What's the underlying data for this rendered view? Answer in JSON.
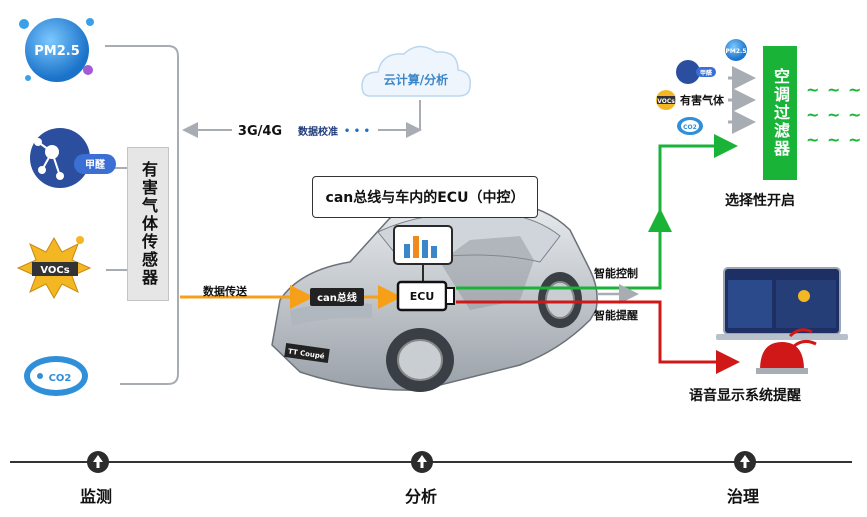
{
  "sensors": {
    "pm25": "PM2.5",
    "formaldehyde": "甲醛",
    "vocs": "VOCs",
    "co2": "CO2"
  },
  "sensor_box_label": "有害气体传感器",
  "network": {
    "label": "3G/4G",
    "verify": "数据校准",
    "dots": "• • •"
  },
  "cloud_label": "云计算/分析",
  "ecu_callout": "can总线与车内的ECU（中控）",
  "data_transfer": "数据传送",
  "can_bus": "can总线",
  "ecu": "ECU",
  "smart_control": "智能控制",
  "smart_alert": "智能提醒",
  "filter_label": "空调过滤器",
  "filter_inputs": {
    "pm25": "PM2.5",
    "formaldehyde": "甲醛",
    "harmful_gas": "有害气体",
    "co2": "CO2",
    "vocs": "VOCs"
  },
  "selective_open": "选择性开启",
  "voice_alert": "语音显示系统提醒",
  "car_badge": "TT Coupé",
  "waves": [
    "~ ~ ~",
    "~ ~ ~",
    "~ ~ ~"
  ],
  "stages": [
    "监测",
    "分析",
    "治理"
  ],
  "colors": {
    "green": "#18b337",
    "red": "#d01818",
    "orange": "#f6a01a",
    "gray_line": "#a8adb4",
    "cloud_blue": "#3b86c8",
    "sensor_blue": "#2f8fd8"
  }
}
